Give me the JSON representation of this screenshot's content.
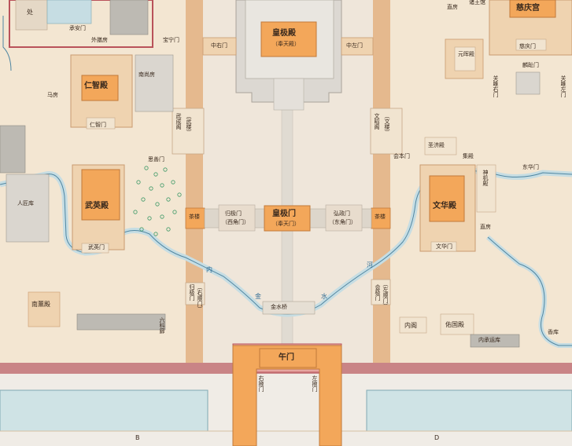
{
  "labels": {
    "chu": "处",
    "cheng_an_men": "承安门",
    "wai_geng_fang": "外膳房",
    "bao_ning_men": "宝宁门",
    "ren_zhi_dian": "仁智殿",
    "nan_shang_fang": "南尚房",
    "ma_fang": "马房",
    "ren_zhi_men": "仁智门",
    "huang_ji_dian": "皇极殿",
    "huang_ji_dian_sub": "（奉天殿）",
    "zhong_you_men": "中右门",
    "zhong_zuo_men": "中左门",
    "wu_cheng_ge": "武成阁",
    "wu_lou": "（武楼）",
    "wen_zhao_ge": "文昭阁",
    "wen_lou": "（文楼）",
    "si_shan_men": "思善门",
    "wu_ying_dian": "武英殿",
    "wu_ying_men": "武英门",
    "ren_jiang_ku": "人匠库",
    "chaji_lou_w": "茶楼",
    "chaji_lou_e": "茶楼",
    "gui_ji_men": "归极门",
    "gui_ji_men_sub": "（西角门）",
    "huang_ji_men": "皇极门",
    "huang_ji_men_sub": "（奉天门）",
    "hong_zheng_men": "弘政门",
    "hong_zheng_men_sub": "（东角门）",
    "gui_ji_men_w": "归极门",
    "hui_ji_men": "会极门",
    "zuo_shun_men_sub": "（左顺门）",
    "you_shun_men_sub": "（右顺门）",
    "nei_w": "内",
    "nei_e": "河",
    "jin": "金",
    "shui": "水",
    "jin_shui_qiao": "金水桥",
    "nan_xun_dian": "南薰殿",
    "liu_ke_lang": "六科廊",
    "wu_men": "午门",
    "you_ye_men": "右掖门",
    "zuo_ye_men": "左掖门",
    "ci_qing_gong": "慈庆宫",
    "zhi_fang": "直房",
    "yuan_hui_dian": "元晖殿",
    "ci_qing_men": "慈庆门",
    "lin_zhi_men": "麟趾门",
    "guan_chang_you_men": "关雎右门",
    "guan_chang_zuo_men": "关雎左门",
    "sheng_ji_dian": "圣济殿",
    "ji_dian": "集殿",
    "dong_hua_men": "东华门",
    "hui_ben_men": "会本门",
    "wen_hua_dian": "文华殿",
    "wen_hua_men": "文华门",
    "shen_ji_dian": "神机殿",
    "zhi_fang_2": "直房",
    "nei_ge": "内阁",
    "gao_guo_dian": "佑国殿",
    "nei_cheng_yun_ku": "内承运库",
    "xiang_ku": "香库",
    "top_right_small": "诸王馆",
    "col_b": "B",
    "col_d": "D"
  },
  "colors": {
    "background": "#f3e6d2",
    "hall_orange": "#f3a75a",
    "wall_band": "#e5b98e",
    "water": "#c6dde3",
    "water_line": "#4f86a2",
    "courtyard": "#d8d4cc",
    "outer_wall": "#c98486",
    "moat": "#cfe3e5",
    "building_grey": "#bdbab3",
    "boundary_red": "#b9525a",
    "tree_green": "#3f9a68"
  }
}
